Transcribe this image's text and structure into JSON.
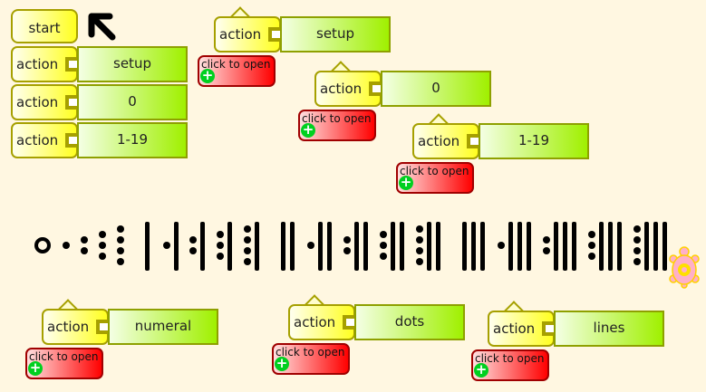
{
  "stack": {
    "start_label": "start",
    "actions": [
      {
        "label": "action",
        "name": "setup"
      },
      {
        "label": "action",
        "name": "0"
      },
      {
        "label": "action",
        "name": "1-19"
      }
    ]
  },
  "procedures": [
    {
      "label": "action",
      "name": "setup",
      "open": "click to open"
    },
    {
      "label": "action",
      "name": "0",
      "open": "click to open"
    },
    {
      "label": "action",
      "name": "1-19",
      "open": "click to open"
    },
    {
      "label": "action",
      "name": "numeral",
      "open": "click to open"
    },
    {
      "label": "action",
      "name": "dots",
      "open": "click to open"
    },
    {
      "label": "action",
      "name": "lines",
      "open": "click to open"
    }
  ],
  "numerals": [
    0,
    1,
    2,
    3,
    4,
    5,
    6,
    7,
    8,
    9,
    10,
    11,
    12,
    13,
    14,
    15,
    16,
    17,
    18,
    19
  ],
  "icons": {
    "arrow": "arrow-up-left-icon",
    "turtle": "turtle-icon"
  }
}
